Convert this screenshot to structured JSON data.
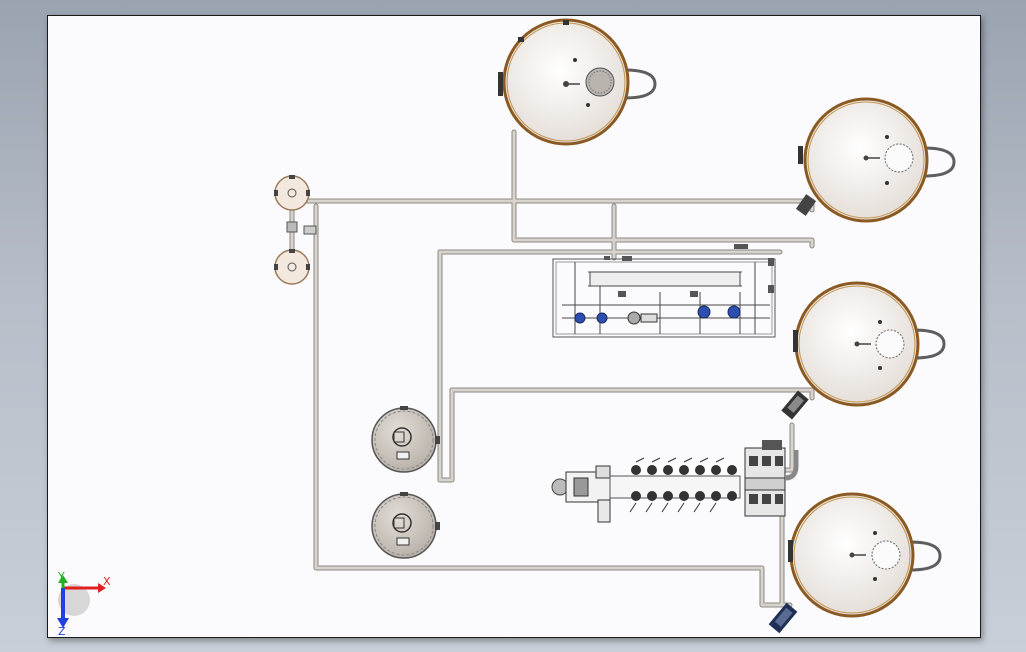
{
  "viewport": {
    "background": "#b3bac5",
    "sheet_color": "#fbfbfe"
  },
  "colors": {
    "pipe": "#cfcac4",
    "pipe_outline": "#8c8680",
    "tank_fill": "#e9e4df",
    "tank_rim": "#9a6a2a",
    "tank_handle": "#6b6b6b",
    "small_tank_fill": "#f1e6dc",
    "filter_fill": "#cdc7c0",
    "pump_blue": "#2d4fb0",
    "skid_line": "#555555",
    "axis_x": "#e02020",
    "axis_y": "#20b020",
    "axis_z": "#2040e0"
  },
  "axis_triad": {
    "x_label": "X",
    "y_label": "Y",
    "z_label": "Z"
  },
  "components": {
    "large_tanks": [
      "large-tank-top",
      "large-tank-right-1",
      "large-tank-right-2",
      "large-tank-right-3"
    ],
    "small_vessels": [
      "small-vessel-upper",
      "small-vessel-lower"
    ],
    "filter_tanks": [
      "filter-tank-upper",
      "filter-tank-lower"
    ],
    "skids": [
      "pump-skid",
      "valve-manifold"
    ]
  }
}
